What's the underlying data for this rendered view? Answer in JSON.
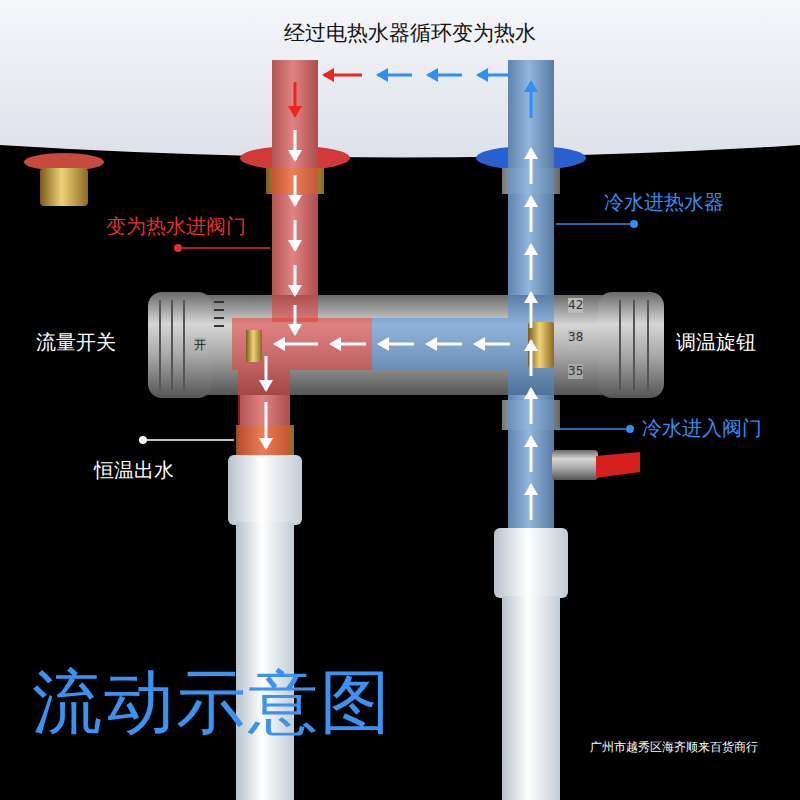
{
  "diagram": {
    "title": "流动示意图",
    "labels": [
      "经过电热水器循环变为热水",
      "冷水进热水器",
      "变为热水进阀门",
      "流量开关",
      "42",
      "38",
      "调温旋钮",
      "开",
      "35",
      "冷水进入阀门",
      "恒温出水",
      "广州市越秀区海齐顺来百货商行"
    ]
  }
}
